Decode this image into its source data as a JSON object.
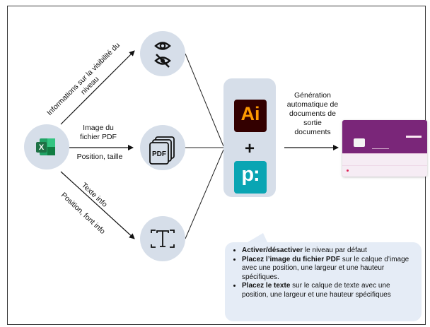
{
  "left": {
    "label_top": "Informations sur la visibilité du niveau",
    "label_mid_1": "Image du",
    "label_mid_2": "fichier PDF",
    "label_mid_3": "Position, taille",
    "label_bottom_1": "Texte info",
    "label_bottom_2": "Position, font info"
  },
  "center": {
    "ai_label": "Ai",
    "plus": "+",
    "p_label": "p:"
  },
  "right": {
    "gen_1": "Génération",
    "gen_2": "automatique de",
    "gen_3": "documents de",
    "gen_4": "sortie",
    "gen_5": "documents"
  },
  "note": {
    "item1_bold": "Activer/désactiver",
    "item1_rest": " le niveau par défaut",
    "item2_bold": "Placez l’image du fichier PDF",
    "item2_rest": " sur le calque d’image avec une position, une largeur et une hauteur spécifiques.",
    "item3_bold": "Placez le texte",
    "item3_rest": " sur le calque de texte avec une position, une largeur et une hauteur spécifiques"
  },
  "icons": {
    "excel": "excel-icon",
    "eye": "eye-icon",
    "eye_off": "eye-off-icon",
    "pdf": "pdf-stack-icon",
    "text": "text-icon",
    "illustrator": "illustrator-icon",
    "plugin": "plugin-icon",
    "card": "output-card-icon"
  },
  "colors": {
    "circle": "#d6dee9",
    "panel": "#d6dee9",
    "note": "#e5ecf6",
    "excel_green": "#1e7145",
    "illustrator_bg": "#330000",
    "illustrator_fg": "#ff9a00",
    "plugin_teal": "#0aa5b3",
    "card_purple": "#7a2679"
  }
}
